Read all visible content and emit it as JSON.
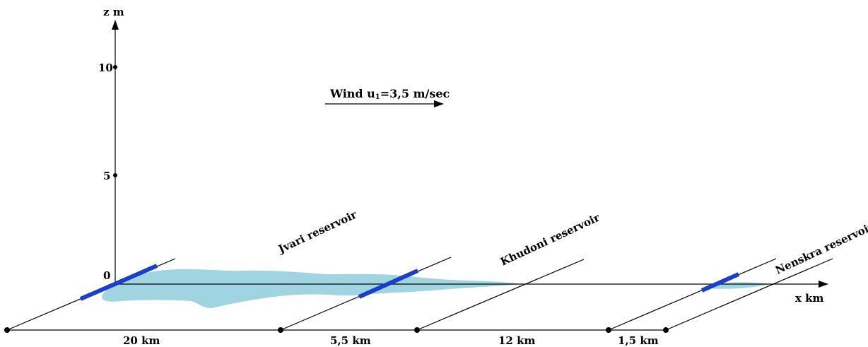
{
  "axes": {
    "z_label": "z m",
    "x_label": "x km",
    "z_ticks": [
      "10",
      "5",
      "0"
    ]
  },
  "wind": {
    "label_main": "Wind u",
    "label_sub": "1",
    "label_rest": "=3,5 m/sec"
  },
  "reservoirs": [
    {
      "name": "Jvari reservoir"
    },
    {
      "name": "Khudoni reservoir"
    },
    {
      "name": "Nenskra reservoir"
    }
  ],
  "distances": [
    "20 km",
    "5,5 km",
    "12 km",
    "1,5 km"
  ],
  "colors": {
    "plume": "#9fd4e0",
    "reservoir_bar": "#1a3fc8",
    "line": "#000000"
  }
}
